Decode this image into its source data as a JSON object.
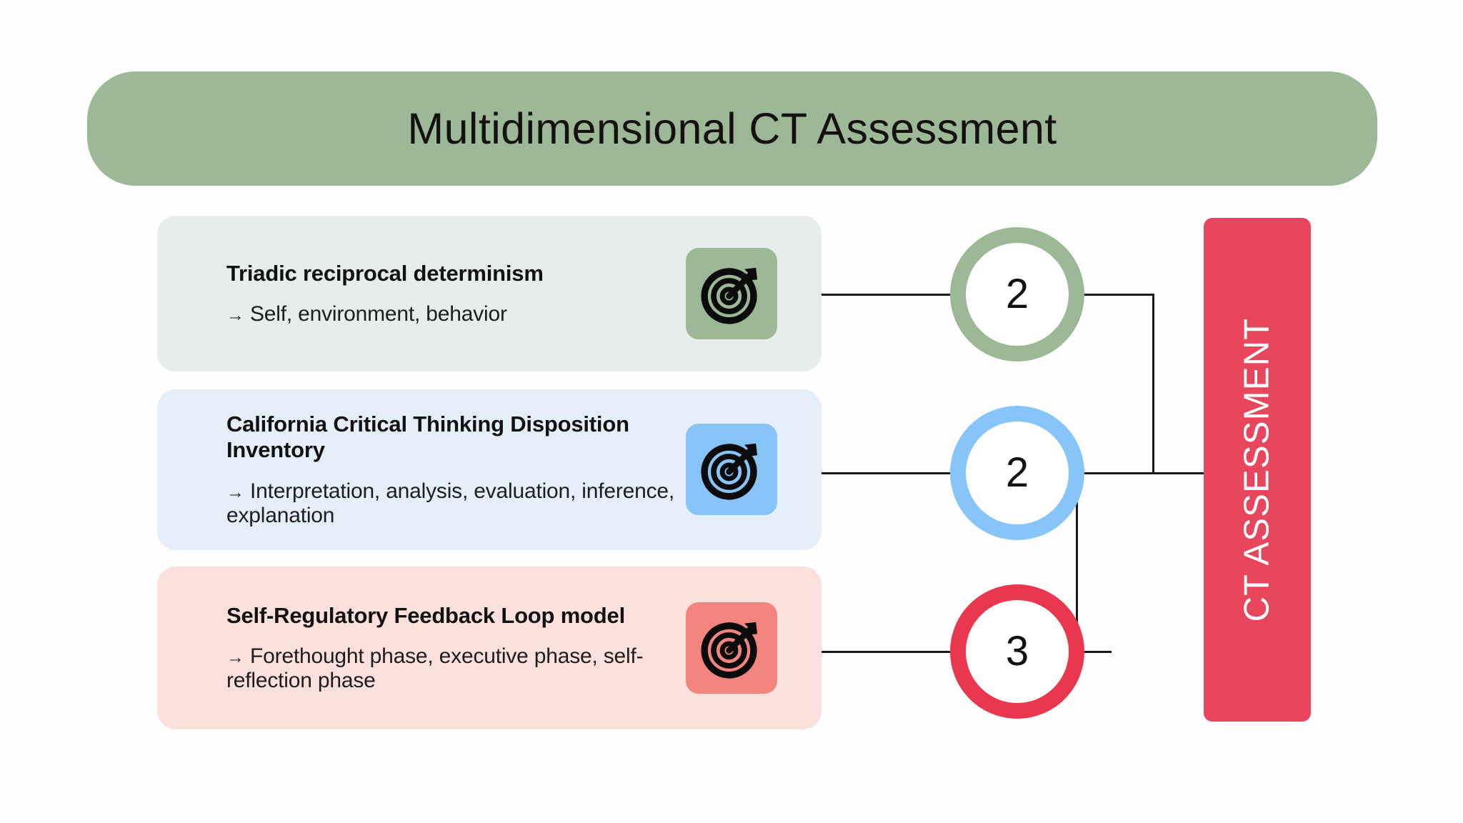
{
  "header": {
    "title": "Multidimensional CT Assessment",
    "banner_color": "#9cb896"
  },
  "cards": [
    {
      "heading": "Triadic reciprocal determinism",
      "arrow": "→",
      "subtitle": "Self, environment, behavior",
      "icon": "target-icon",
      "bg_color": "#e6edea",
      "tile_color": "#9cb896",
      "count": "2",
      "ring_color": "#9cb896"
    },
    {
      "heading": "California Critical Thinking Disposition Inventory",
      "arrow": "→",
      "subtitle": "Interpretation, analysis, evaluation, inference, explanation",
      "icon": "target-icon",
      "bg_color": "#e4effa",
      "tile_color": "#87c4f8",
      "count": "2",
      "ring_color": "#87c4f8"
    },
    {
      "heading": "Self-Regulatory Feedback Loop model",
      "arrow": "→",
      "subtitle": "Forethought phase, executive phase, self-reflection phase",
      "icon": "target-icon",
      "bg_color": "#fbe0dc",
      "tile_color": "#f4857e",
      "count": "3",
      "ring_color": "#e8374f"
    }
  ],
  "outcome_bar": {
    "label": "CT ASSESSMENT",
    "color": "#e8465c",
    "text_color": "#ffffff"
  },
  "connectors": {
    "line_color": "#1a1a1a"
  }
}
